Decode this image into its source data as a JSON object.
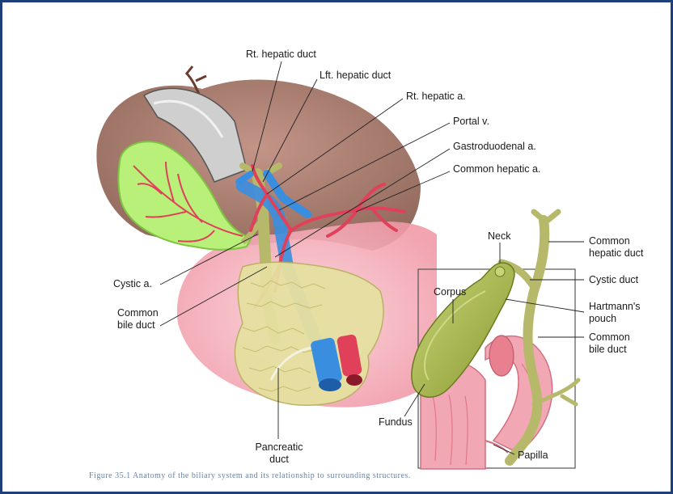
{
  "labels": {
    "rt_hepatic_duct": "Rt. hepatic duct",
    "lft_hepatic_duct": "Lft. hepatic duct",
    "rt_hepatic_a": "Rt. hepatic a.",
    "portal_v": "Portal v.",
    "gastroduodenal_a": "Gastroduodenal a.",
    "common_hepatic_a": "Common hepatic a.",
    "cystic_a": "Cystic a.",
    "common_bile_duct_left_1": "Common",
    "common_bile_duct_left_2": "bile duct",
    "pancreatic_duct_1": "Pancreatic",
    "pancreatic_duct_2": "duct",
    "neck": "Neck",
    "corpus": "Corpus",
    "fundus": "Fundus",
    "papilla": "Papilla",
    "common_hepatic_duct_1": "Common",
    "common_hepatic_duct_2": "hepatic duct",
    "cystic_duct": "Cystic duct",
    "hartmanns_1": "Hartmann's",
    "hartmanns_2": "pouch",
    "common_bile_duct_right_1": "Common",
    "common_bile_duct_right_2": "bile duct"
  },
  "caption": "Figure 35.1 Anatomy of the biliary system and its relationship to surrounding structures.",
  "colors": {
    "liver": "#8a5a4a",
    "gallbladder_green": "#b8f07a",
    "artery_red": "#e0405a",
    "portal_blue": "#3a8ee0",
    "duct_olive": "#b6b86a",
    "pancreas": "#e6e0a0",
    "duodenum_pink": "#f2a8b4",
    "frame_blue": "#1f3f7a"
  }
}
